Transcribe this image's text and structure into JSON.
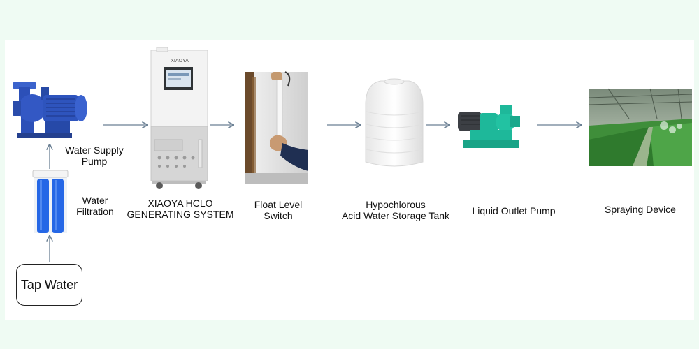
{
  "colors": {
    "page_background": "#effbf3",
    "panel": "#ffffff",
    "arrow": "#6a7f93",
    "pump_blue": "#2c50b8",
    "filter_blue": "#2567e6",
    "outlet_pump_teal": "#1eb89a",
    "cabinet_white": "#f3f3f3",
    "cabinet_grey": "#d6d6d6",
    "greenhouse_green": "#3f8e3a"
  },
  "cabinet": {
    "brand": "XIAOYA"
  },
  "nodes": {
    "tap_water": "Tap Water",
    "water_filtration": "Water\nFiltration",
    "water_supply_pump": "Water Supply\nPump",
    "hclo_system": "XIAOYA HCLO\nGENERATING SYSTEM",
    "float_level_switch": "Float Level\nSwitch",
    "storage_tank": "Hypochlorous\nAcid Water Storage Tank",
    "liquid_outlet_pump": "Liquid Outlet Pump",
    "spraying_device": "Spraying Device"
  },
  "icons": [
    "water-supply-pump-icon",
    "water-filter-icon",
    "hclo-generator-icon",
    "float-level-switch-icon",
    "storage-tank-icon",
    "liquid-outlet-pump-icon",
    "greenhouse-spraying-icon"
  ]
}
